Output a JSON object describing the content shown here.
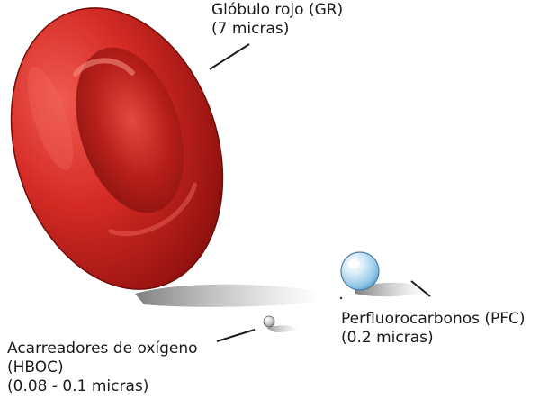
{
  "labels": {
    "rbc": {
      "name": "Glóbulo rojo (GR)",
      "size": "(7 micras)"
    },
    "pfc": {
      "name": "Perfluorocarbonos (PFC)",
      "size": "(0.2 micras)"
    },
    "hboc": {
      "name": "Acarreadores de oxígeno",
      "abbr": "(HBOC)",
      "size": "(0.08 - 0.1 micras)"
    }
  },
  "colors": {
    "rbc": "#d42a24",
    "pfc": "#a9d4ee",
    "hboc": "#c9c9c9",
    "shadow": "#8a8a8a"
  }
}
